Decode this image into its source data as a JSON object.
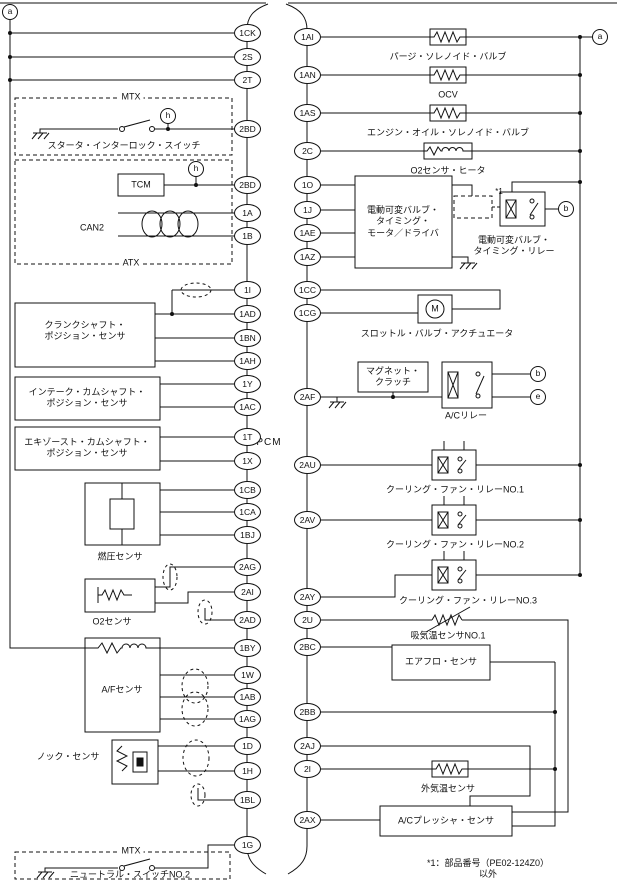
{
  "pins": {
    "left": [
      "1CK",
      "2S",
      "2T",
      "2BD",
      "2BD",
      "1A",
      "1B",
      "1I",
      "1AD",
      "1BN",
      "1AH",
      "1Y",
      "1AC",
      "1T",
      "1X",
      "1CB",
      "1CA",
      "1BJ",
      "2AG",
      "2AI",
      "2AD",
      "1BY",
      "1W",
      "1AB",
      "1AG",
      "1D",
      "1H",
      "1BL",
      "1G"
    ],
    "right": [
      "1AI",
      "1AN",
      "1AS",
      "2C",
      "1O",
      "1J",
      "1AE",
      "1AZ",
      "1CC",
      "1CG",
      "2AF",
      "2AU",
      "2AV",
      "2AY",
      "2U",
      "2BC",
      "2BB",
      "2AJ",
      "2I",
      "2AX"
    ]
  },
  "connectors": {
    "a": "a",
    "b": "b",
    "e": "e",
    "h": "h"
  },
  "labels": {
    "pcm": "PCM",
    "mtx": "MTX",
    "atx": "ATX",
    "tcm": "TCM",
    "can2": "CAN2",
    "starter_interlock": "スタータ・インターロック・スイッチ",
    "crank": "クランクシャフト・\nポジション・センサ",
    "intake_cam": "インテーク・カムシャフト・\nポジション・センサ",
    "exhaust_cam": "エキゾースト・カムシャフト・\nポジション・センサ",
    "fuel_pressure": "燃圧センサ",
    "o2_sensor": "O2センサ",
    "af_sensor": "A/Fセンサ",
    "knock": "ノック・センサ",
    "neutral_switch": "ニュートラル・スイッチNO.2",
    "purge": "パージ・ソレノイド・バルブ",
    "ocv": "OCV",
    "engine_oil_solenoid": "エンジン・オイル・ソレノイド・バルブ",
    "o2_heater": "O2センサ・ヒータ",
    "vvt_driver": "電動可変バルブ・\nタイミング・\nモータ／ドライバ",
    "vvt_relay": "電動可変バルブ・\nタイミング・リレー",
    "throttle_actuator": "スロットル・バルブ・アクチュエータ",
    "motor": "M",
    "magnet_clutch": "マグネット・\nクラッチ",
    "ac_relay": "A/Cリレー",
    "fan_relay1": "クーリング・ファン・リレーNO.1",
    "fan_relay2": "クーリング・ファン・リレーNO.2",
    "fan_relay3": "クーリング・ファン・リレーNO.3",
    "intake_air_temp": "吸気温センサNO.1",
    "airflow": "エアフロ・センサ",
    "ambient_temp": "外気温センサ",
    "ac_pressure": "A/Cプレッシャ・センサ",
    "note_mark": "*1",
    "footnote": "*1：部品番号（PE02-124Z0）以外"
  }
}
